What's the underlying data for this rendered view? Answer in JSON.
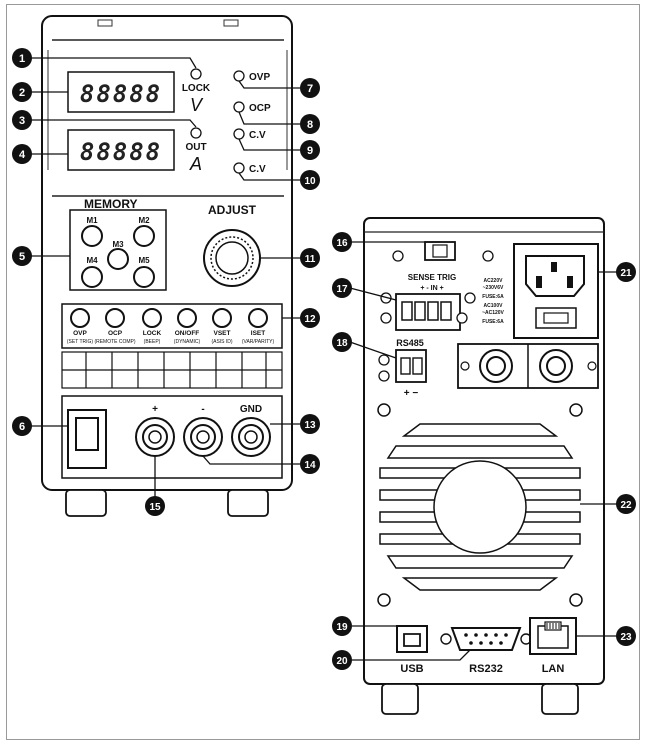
{
  "front": {
    "display_v": "88888",
    "display_a": "88888",
    "lock": "LOCK",
    "unit_v": "V",
    "out": "OUT",
    "unit_a": "A",
    "indicators": [
      "OVP",
      "OCP",
      "C.V",
      "C.V"
    ],
    "memory_title": "MEMORY",
    "adjust_title": "ADJUST",
    "memory_buttons": [
      "M1",
      "M2",
      "M3",
      "M4",
      "M5"
    ],
    "function_buttons": [
      {
        "top": "OVP",
        "bottom": "(SET TRIG)"
      },
      {
        "top": "OCP",
        "bottom": "(REMOTE COMP)"
      },
      {
        "top": "LOCK",
        "bottom": "(BEEP)"
      },
      {
        "top": "ON/OFF",
        "bottom": "(DYNAMIC)"
      },
      {
        "top": "VSET",
        "bottom": "(ASIS ID)"
      },
      {
        "top": "ISET",
        "bottom": "(VAR/PARITY)"
      }
    ],
    "terminal_plus": "+",
    "terminal_minus": "-",
    "terminal_gnd": "GND"
  },
  "rear": {
    "sense_trig": "SENSE  TRIG",
    "sense_signs": "+   -   IN +",
    "rs485": "RS485",
    "rs485_signs": "+  −",
    "ac_spec": [
      "AC220V",
      "~230V6V",
      "FUSE:6A",
      "AC100V",
      "~AC120V",
      "FUSE:6A"
    ],
    "usb": "USB",
    "rs232": "RS232",
    "lan": "LAN"
  },
  "callouts": [
    "1",
    "2",
    "3",
    "4",
    "5",
    "6",
    "7",
    "8",
    "9",
    "10",
    "11",
    "12",
    "13",
    "14",
    "15",
    "16",
    "17",
    "18",
    "19",
    "20",
    "21",
    "22",
    "23"
  ]
}
